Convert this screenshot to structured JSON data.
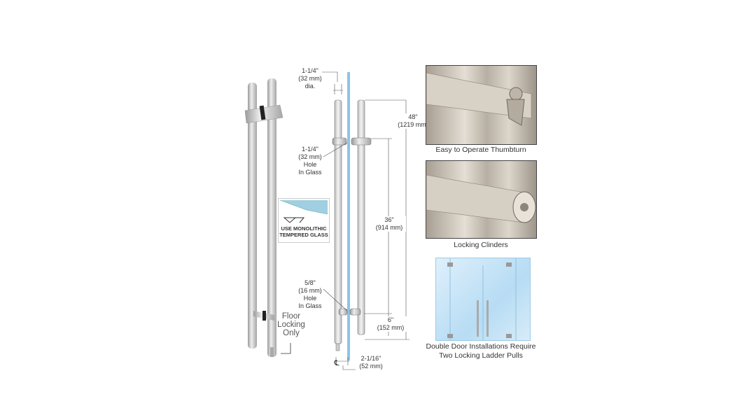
{
  "dimensions": {
    "tube_dia": [
      "1-1/4\"",
      "(32 mm)",
      "dia."
    ],
    "overall_length": [
      "48\"",
      "(1219 mm)"
    ],
    "upper_hole": [
      "1-1/4\"",
      "(32 mm)",
      "Hole",
      "In Glass"
    ],
    "center_spacing": [
      "36\"",
      "(914 mm)"
    ],
    "lower_hole": [
      "5/8\"",
      "(16 mm)",
      "Hole",
      "In Glass"
    ],
    "bottom_offset": [
      "6\"",
      "(152 mm)"
    ],
    "projection": [
      "2-1/16\"",
      "(52 mm)"
    ],
    "centerline_symbol": "℄"
  },
  "floor_note": [
    "Floor",
    "Locking",
    "Only"
  ],
  "glass_badge": [
    "USE MONOLITHIC",
    "TEMPERED GLASS"
  ],
  "captions": {
    "thumbturn": "Easy to Operate Thumbturn",
    "cylinders": "Locking Clinders",
    "double_door": [
      "Double Door Installations Require",
      "Two Locking Ladder Pulls"
    ]
  },
  "colors": {
    "glass": "#8cc4ea",
    "steel": "#cfcfcf"
  }
}
